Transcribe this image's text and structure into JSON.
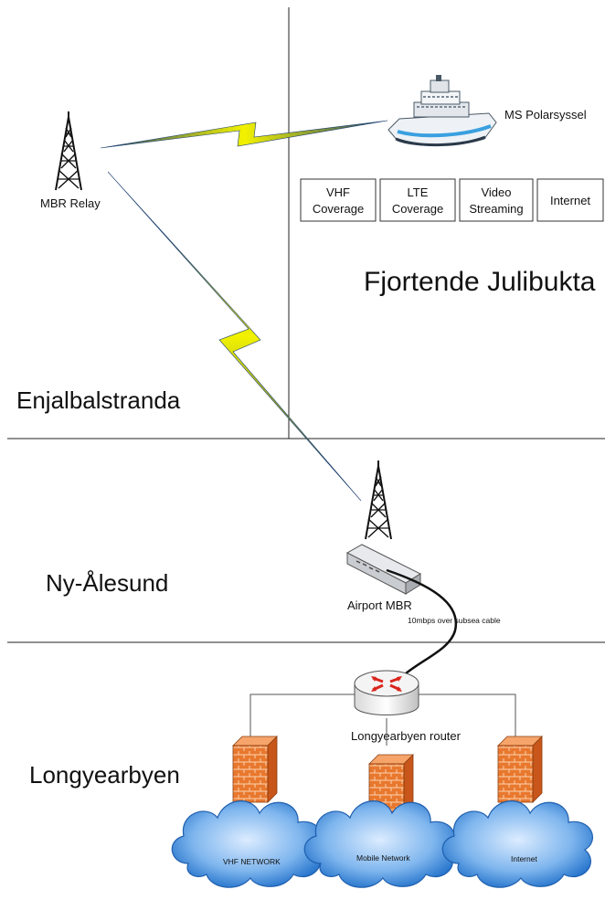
{
  "regions": {
    "enjalbalstranda": "Enjalbalstranda",
    "fjortende": "Fjortende Julibukta",
    "ny_alesund": "Ny-Ålesund",
    "longyearbyen": "Longyearbyen"
  },
  "nodes": {
    "mbr_relay": "MBR Relay",
    "ship": "MS Polarsyssel",
    "airport_mbr": "Airport MBR",
    "cable": "10mbps over subsea cable",
    "router": "Longyearbyen router"
  },
  "services": [
    {
      "line1": "VHF",
      "line2": "Coverage"
    },
    {
      "line1": "LTE",
      "line2": "Coverage"
    },
    {
      "line1": "Video",
      "line2": "Streaming"
    },
    {
      "line1": "Internet",
      "line2": ""
    }
  ],
  "clouds": {
    "vhf": "VHF NETWORK",
    "mobile": "Mobile Network",
    "internet": "Internet"
  },
  "colors": {
    "bolt_yellow": "#f2f200",
    "bolt_dark": "#1c3f6e",
    "firewall": "#e8782e",
    "cloud": "#2a7fd6"
  }
}
